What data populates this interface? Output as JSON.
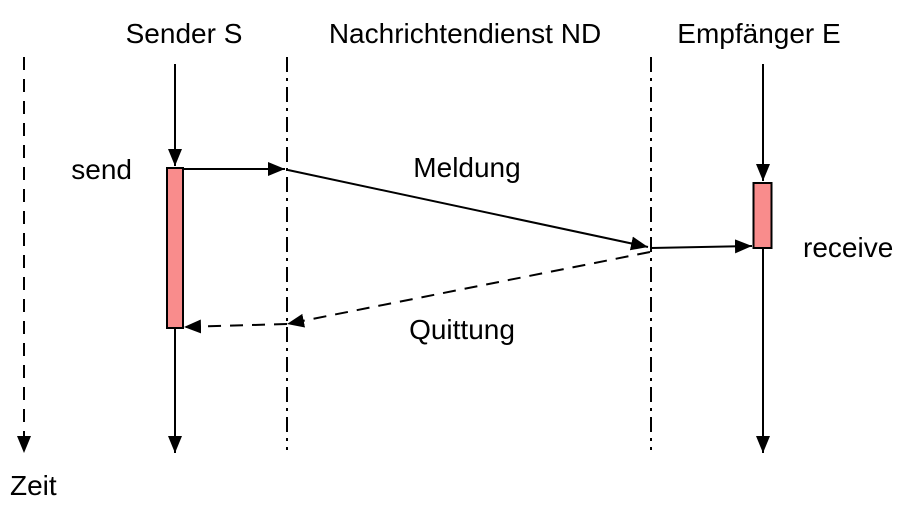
{
  "diagram": {
    "actors": [
      {
        "label": "Sender S"
      },
      {
        "label": "Nachrichtendienst ND"
      },
      {
        "label": "Empfänger E"
      }
    ],
    "messages": [
      {
        "label": "Meldung",
        "style": "solid"
      },
      {
        "label": "Quittung",
        "style": "dashed"
      }
    ],
    "events": [
      {
        "label": "send"
      },
      {
        "label": "receive"
      }
    ],
    "time_axis_label": "Zeit",
    "colors": {
      "line": "#000000",
      "text": "#000000",
      "activation_fill": "#F98C8C",
      "background": "#FFFFFF"
    }
  }
}
